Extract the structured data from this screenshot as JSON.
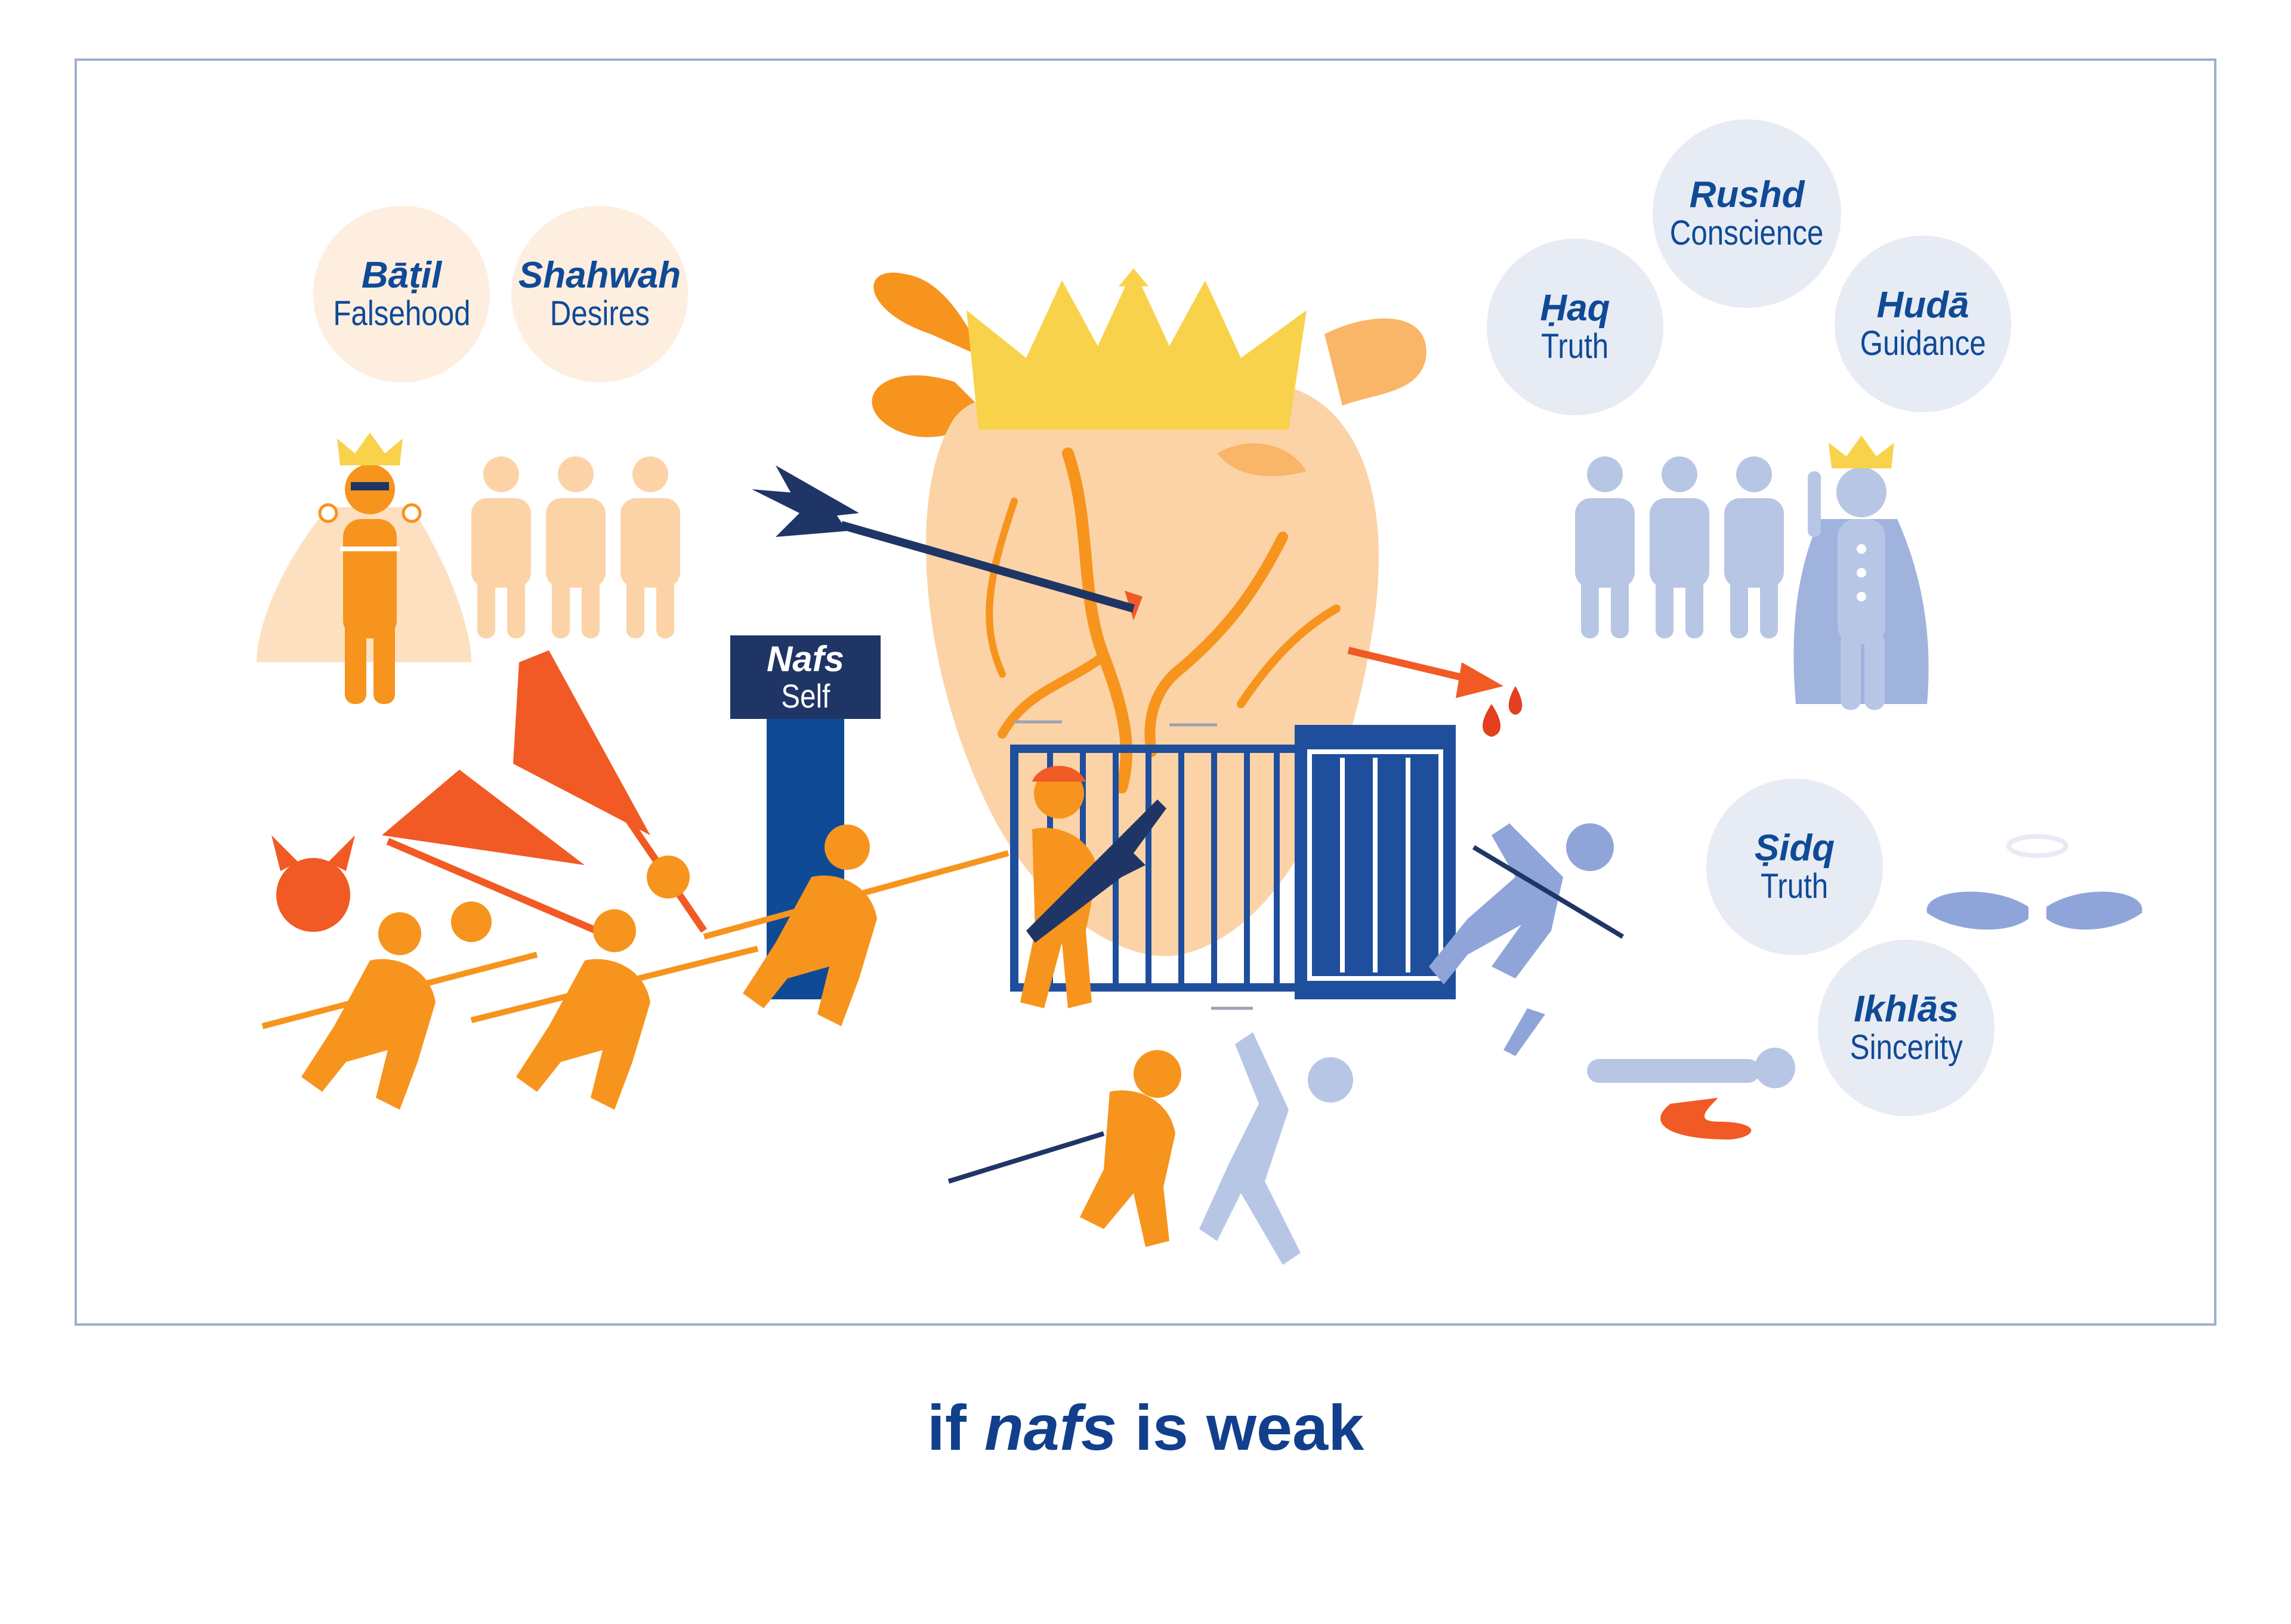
{
  "colors": {
    "orange": "#f7941d",
    "light_orange": "#fcd3a6",
    "red_orange": "#f15a24",
    "navy": "#1f3565",
    "blue": "#0f4a96",
    "light_blue": "#b8c6e6",
    "gold": "#f8d24a",
    "warm_bubble": "#fdeee0",
    "cool_bubble": "#e7ebf4"
  },
  "falsehood_side": {
    "batil": {
      "term": "Bāṭil",
      "gloss": "Falsehood"
    },
    "shahwah": {
      "term": "Shahwah",
      "gloss": "Desires"
    }
  },
  "truth_side": {
    "rushd": {
      "term": "Rushd",
      "gloss": "Conscience"
    },
    "haq": {
      "term": "Ḥaq",
      "gloss": "Truth"
    },
    "huda": {
      "term": "Hudā",
      "gloss": "Guidance"
    },
    "sidq": {
      "term": "Ṣidq",
      "gloss": "Truth"
    },
    "ikhlas": {
      "term": "Ikhlās",
      "gloss": "Sincerity"
    }
  },
  "nafs_sign": {
    "term": "Nafs",
    "gloss": "Self"
  },
  "caption": {
    "prefix": "if",
    "emphasis": "nafs",
    "suffix": "is weak"
  }
}
